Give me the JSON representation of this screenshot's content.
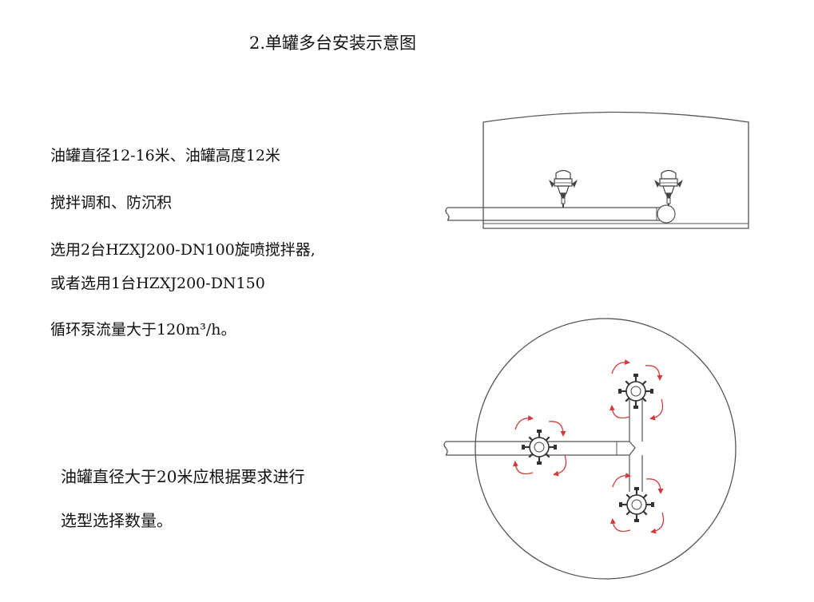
{
  "title": "2.单罐多台安装示意图",
  "text_lines": [
    "油罐直径12-16米、油罐高度12米",
    "搅拌调和、防沉积",
    "选用2台HZXJ200-DN100旋喷搅拌器,",
    "或者选用1台HZXJ200-DN150",
    "循环泵流量大于120m³/h。"
  ],
  "note_lines": [
    "油罐直径大于20米应根据要求进行",
    "选型选择数量。"
  ],
  "colors": {
    "line": "#555555",
    "arrow": "#d23b3b",
    "text": "#111111"
  }
}
